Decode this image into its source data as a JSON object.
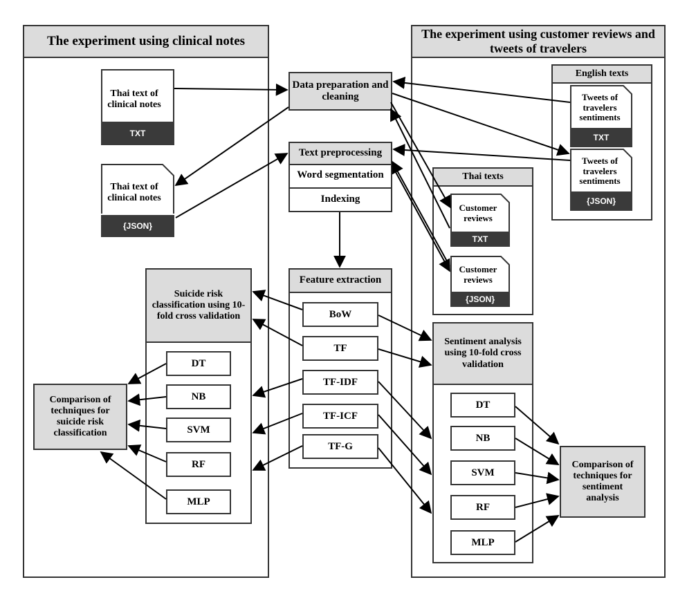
{
  "left_panel": {
    "title": "The experiment using clinical notes"
  },
  "right_panel": {
    "title": "The experiment using customer reviews and tweets of travelers"
  },
  "left_docs": [
    {
      "text": "Thai text of clinical notes",
      "format": "TXT"
    },
    {
      "text": "Thai text of clinical notes",
      "format": "{JSON}"
    }
  ],
  "center": {
    "data_prep": "Data preparation and cleaning",
    "text_preprocessing": "Text preprocessing",
    "word_segmentation": "Word segmentation",
    "indexing": "Indexing",
    "feature_extraction": "Feature extraction",
    "features": [
      "BoW",
      "TF",
      "TF-IDF",
      "TF-ICF",
      "TF-G"
    ]
  },
  "english_texts": {
    "title": "English texts",
    "docs": [
      {
        "text": "Tweets of travelers sentiments",
        "format": "TXT"
      },
      {
        "text": "Tweets of travelers sentiments",
        "format": "{JSON}"
      }
    ]
  },
  "thai_texts": {
    "title": "Thai texts",
    "docs": [
      {
        "text": "Customer reviews",
        "format": "TXT"
      },
      {
        "text": "Customer reviews",
        "format": "{JSON}"
      }
    ]
  },
  "suicide": {
    "title": "Suicide risk classification using 10-fold cross validation",
    "models": [
      "DT",
      "NB",
      "SVM",
      "RF",
      "MLP"
    ],
    "comparison": "Comparison of techniques for suicide risk classification"
  },
  "sentiment": {
    "title": "Sentiment analysis using 10-fold cross validation",
    "models": [
      "DT",
      "NB",
      "SVM",
      "RF",
      "MLP"
    ],
    "comparison": "Comparison of techniques for sentiment analysis"
  }
}
